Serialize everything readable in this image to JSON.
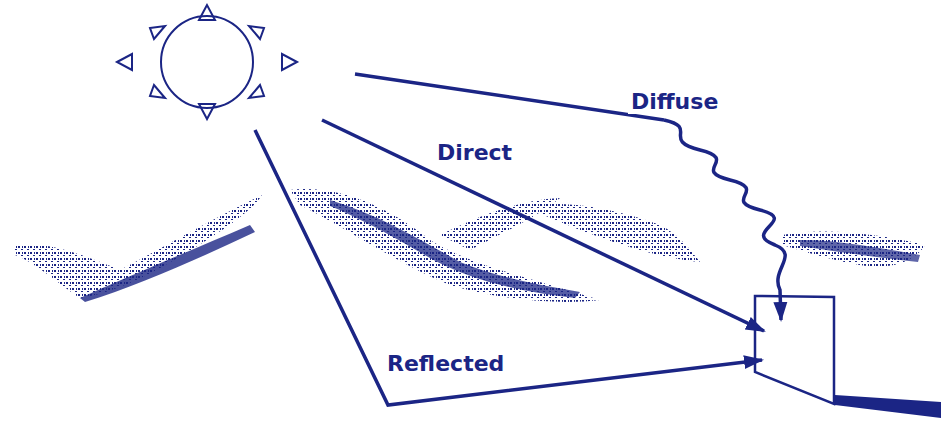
{
  "diagram": {
    "labels": [
      "Diffuse",
      "Direct",
      "Reflected"
    ]
  }
}
